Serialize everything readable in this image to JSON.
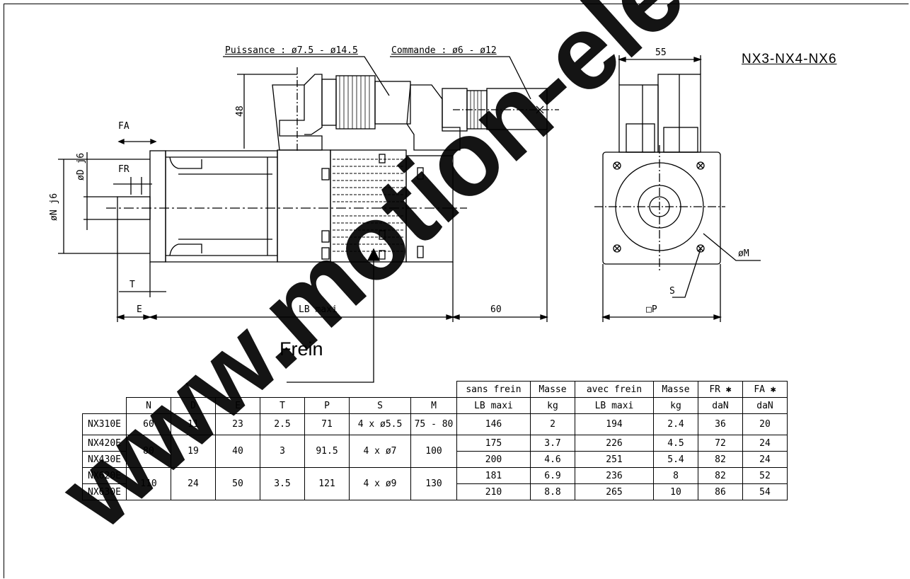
{
  "title": "NX3-NX4-NX6",
  "watermark": "www.motion-ele",
  "labels": {
    "puissance": "Puissance : ø7.5 - ø14.5",
    "commande": "Commande : ø6 - ø12",
    "dim48": "48",
    "dim55": "55",
    "fa": "FA",
    "fr": "FR",
    "odj6": "øD j6",
    "onj6": "øN j6",
    "t": "T",
    "e": "E",
    "lb_maxi": "LB maxi",
    "dim60": "60",
    "om": "øM",
    "s": "S",
    "p": "□P",
    "frein": "Frein"
  },
  "table": {
    "top_headers": [
      "sans frein",
      "Masse",
      "avec frein",
      "Masse",
      "FR ✱",
      "FA ✱"
    ],
    "headers": [
      "N",
      "D",
      "E",
      "T",
      "P",
      "S",
      "M",
      "LB maxi",
      "kg",
      "LB maxi",
      "kg",
      "daN",
      "daN"
    ],
    "rows": [
      {
        "model": "NX310E",
        "N": "60",
        "D": "11",
        "E": "23",
        "T": "2.5",
        "P": "71",
        "S": "4 x ø5.5",
        "M": "75 - 80",
        "lb1": "146",
        "kg1": "2",
        "lb2": "194",
        "kg2": "2.4",
        "fr": "36",
        "fa": "20"
      },
      {
        "model": "NX420E",
        "N": "80",
        "D": "19",
        "E": "40",
        "T": "3",
        "P": "91.5",
        "S": "4 x ø7",
        "M": "100",
        "lb1": "175",
        "kg1": "3.7",
        "lb2": "226",
        "kg2": "4.5",
        "fr": "72",
        "fa": "24"
      },
      {
        "model": "NX430E",
        "lb1": "200",
        "kg1": "4.6",
        "lb2": "251",
        "kg2": "5.4",
        "fr": "82",
        "fa": "24"
      },
      {
        "model": "NX620E",
        "N": "110",
        "D": "24",
        "E": "50",
        "T": "3.5",
        "P": "121",
        "S": "4 x ø9",
        "M": "130",
        "lb1": "181",
        "kg1": "6.9",
        "lb2": "236",
        "kg2": "8",
        "fr": "82",
        "fa": "52"
      },
      {
        "model": "NX630E",
        "lb1": "210",
        "kg1": "8.8",
        "lb2": "265",
        "kg2": "10",
        "fr": "86",
        "fa": "54"
      }
    ]
  }
}
